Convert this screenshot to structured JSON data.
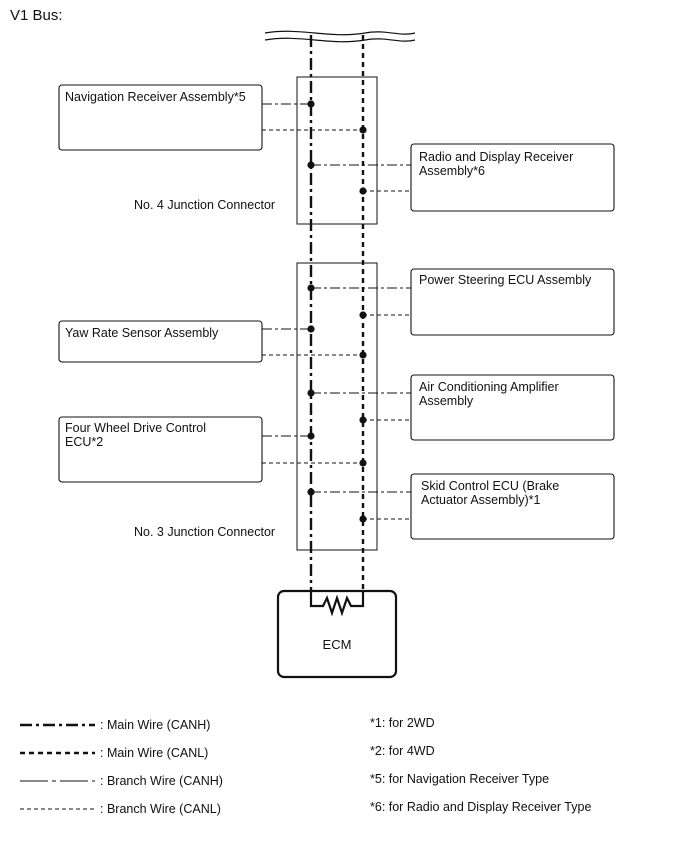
{
  "title": "V1 Bus:",
  "junctions": {
    "no4": "No. 4 Junction Connector",
    "no3": "No. 3 Junction Connector"
  },
  "ecm_label": "ECM",
  "ecus": {
    "navigation": [
      "Navigation Receiver Assembly*5"
    ],
    "radio_display": [
      "Radio and Display Receiver",
      "Assembly*6"
    ],
    "power_steering": [
      "Power Steering ECU Assembly"
    ],
    "yaw_rate": [
      "Yaw Rate Sensor Assembly"
    ],
    "air_conditioning": [
      "Air Conditioning Amplifier",
      "Assembly"
    ],
    "four_wheel_drive": [
      "Four Wheel Drive Control",
      "ECU*2"
    ],
    "skid_control": [
      "Skid Control ECU (Brake",
      "Actuator Assembly)*1"
    ]
  },
  "legend": {
    "main_canh": ": Main Wire (CANH)",
    "main_canl": ": Main Wire (CANL)",
    "branch_canh": ": Branch Wire (CANH)",
    "branch_canl": ": Branch Wire (CANL)"
  },
  "notes": {
    "n1": "*1: for 2WD",
    "n2": "*2: for 4WD",
    "n5": "*5: for Navigation Receiver Type",
    "n6": "*6: for Radio and Display Receiver Type"
  }
}
